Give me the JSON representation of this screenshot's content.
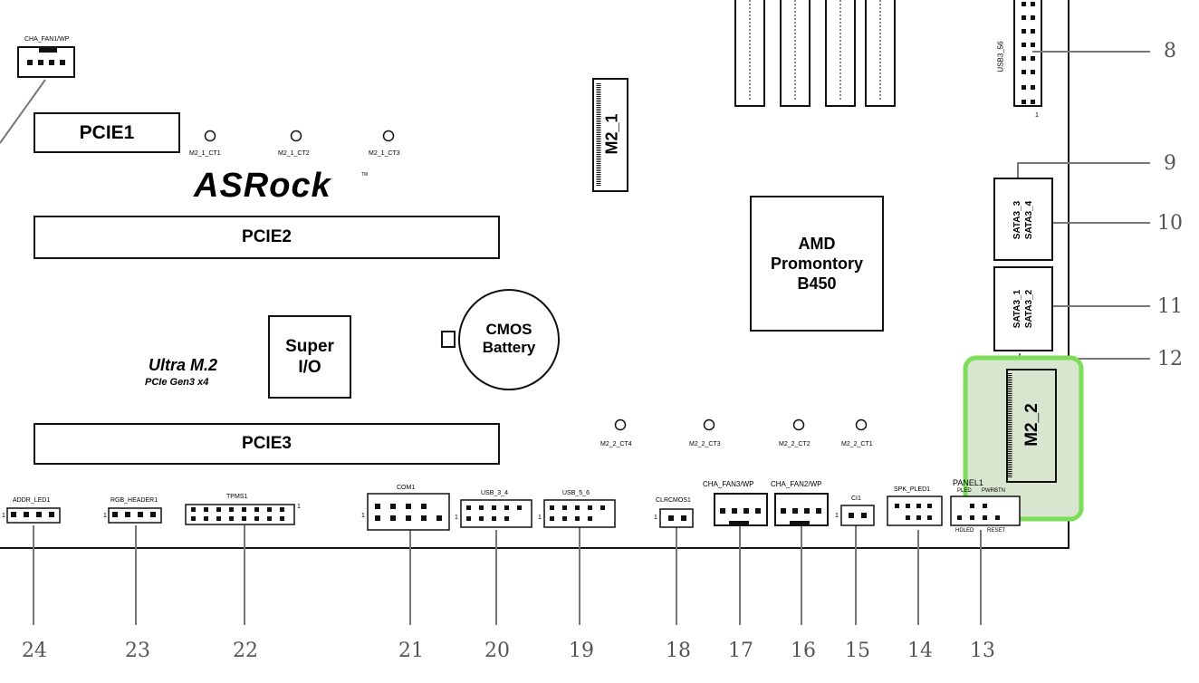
{
  "brand": {
    "logo_text": "ASRock",
    "tm": "TM"
  },
  "slots": {
    "pcie1": "PCIE1",
    "pcie2": "PCIE2",
    "pcie3": "PCIE3",
    "m2_1": "M2_1",
    "m2_2": "M2_2"
  },
  "chips": {
    "amd": "AMD\nPromontory\nB450",
    "super_io": "Super\nI/O",
    "cmos": "CMOS\nBattery"
  },
  "ultra": {
    "title": "Ultra M.2",
    "sub": "PCIe Gen3 x4"
  },
  "thermistors_top": [
    "M2_1_CT1",
    "M2_1_CT2",
    "M2_1_CT3"
  ],
  "thermistors_bottom": [
    "M2_2_CT4",
    "M2_2_CT3",
    "M2_2_CT2",
    "M2_2_CT1"
  ],
  "sata": {
    "top": "SATA3_3\nSATA3_4",
    "bottom": "SATA3_1\nSATA3_2"
  },
  "usb_top": {
    "label": "USB3_56",
    "pin": "1"
  },
  "headers": {
    "cha_fan1": "CHA_FAN1/WP",
    "addr_led1": "ADDR_LED1",
    "rgb_header1": "RGB_HEADER1",
    "tpms1": "TPMS1",
    "com1": "COM1",
    "usb_3_4": "USB_3_4",
    "usb_5_6": "USB_5_6",
    "clrcmos1": "CLRCMOS1",
    "cha_fan3": "CHA_FAN3/WP",
    "cha_fan2": "CHA_FAN2/WP",
    "ci1": "CI1",
    "spk_pled1": "SPK_PLED1",
    "panel1": "PANEL1",
    "panel_pled": "PLED",
    "panel_pwrbtn": "PWRBTN",
    "panel_hdled": "HDLED",
    "panel_reset": "RESET",
    "pin_one": "1"
  },
  "callouts_right": [
    "8",
    "9",
    "10",
    "11",
    "12"
  ],
  "callouts_bottom": [
    "24",
    "23",
    "22",
    "21",
    "20",
    "19",
    "18",
    "17",
    "16",
    "15",
    "14",
    "13"
  ],
  "colors": {
    "highlight": "#7ddc5a",
    "highlight_fill": "#d8e6cf",
    "line": "#777777"
  }
}
